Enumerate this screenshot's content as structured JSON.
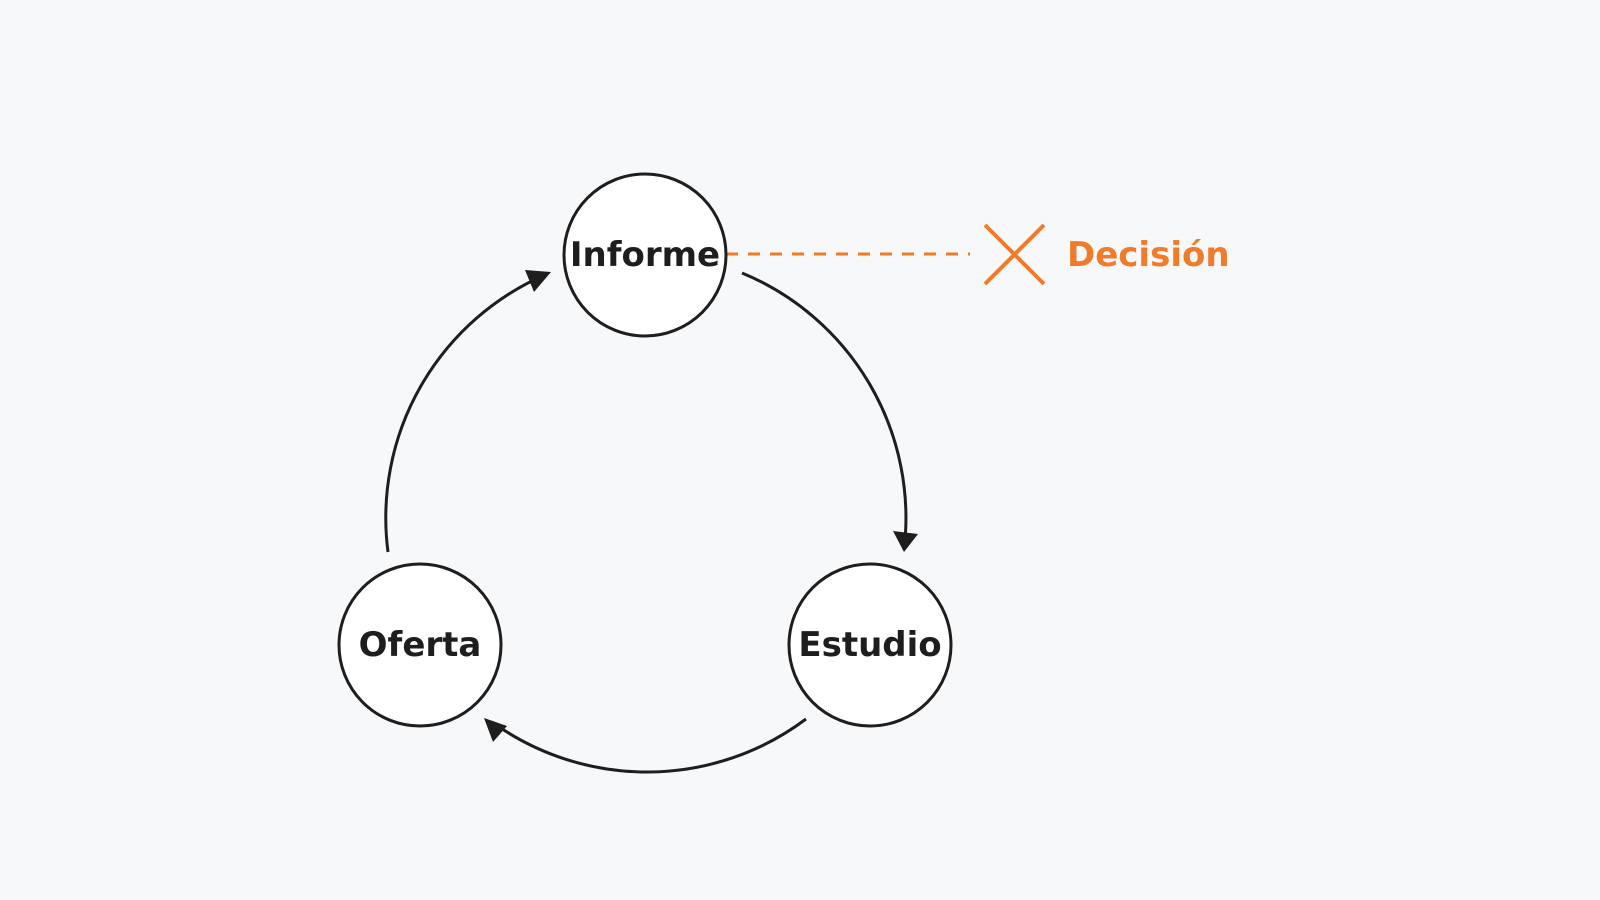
{
  "diagram": {
    "nodes": [
      {
        "id": "informe",
        "label": "Informe"
      },
      {
        "id": "estudio",
        "label": "Estudio"
      },
      {
        "id": "oferta",
        "label": "Oferta"
      }
    ],
    "edges": [
      {
        "from": "informe",
        "to": "estudio"
      },
      {
        "from": "estudio",
        "to": "oferta"
      },
      {
        "from": "oferta",
        "to": "informe"
      }
    ],
    "annotation": {
      "attached_to": "informe",
      "label": "Decisión",
      "icon": "cross-icon",
      "color": "#f07b2a"
    },
    "colors": {
      "stroke": "#1e1e1e",
      "node_fill": "#ffffff",
      "background": "#f7f8fa"
    }
  }
}
